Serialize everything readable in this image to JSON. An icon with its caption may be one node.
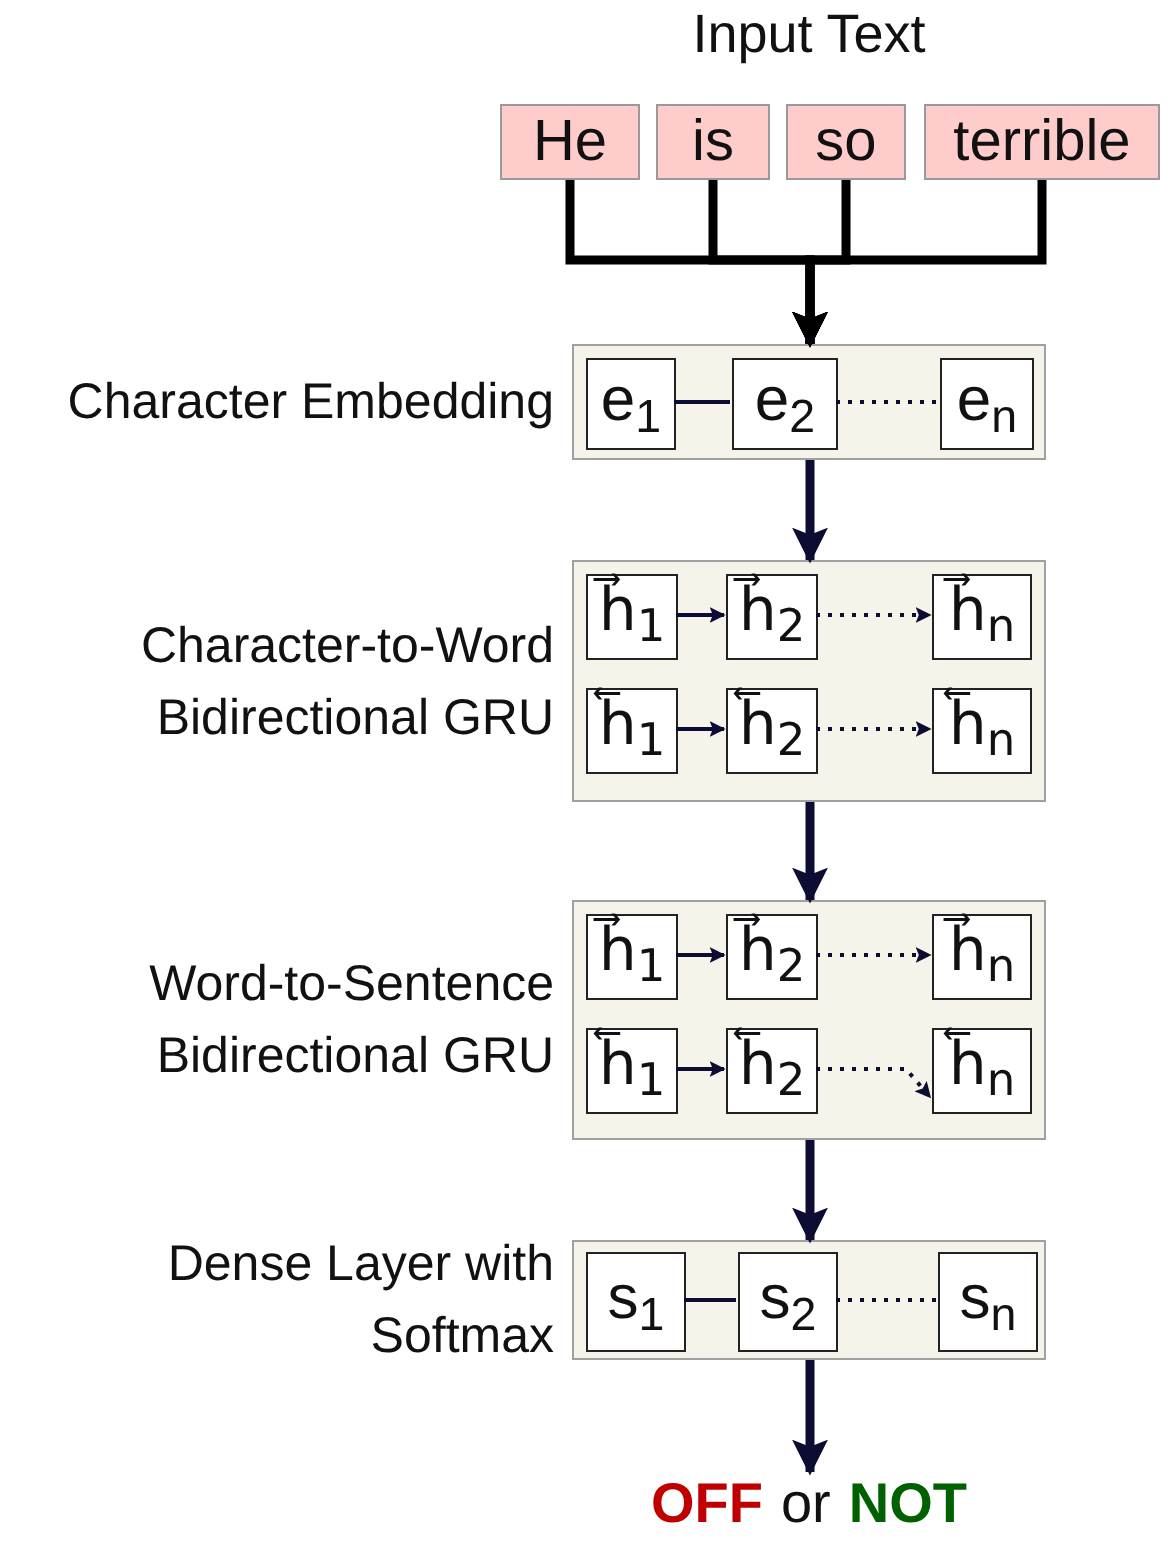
{
  "diagram": {
    "nodes": [
      {
        "text": [
          "He"
        ]
      },
      {
        "text": [
          "is"
        ]
      },
      {
        "text": [
          "so"
        ]
      },
      {
        "text": [
          "terrible"
        ]
      },
      {
        "text": [
          "Character Embedding"
        ]
      },
      {
        "text": [
          "e$_{1}$"
        ],
        "in": 4
      },
      {
        "text": [
          "e$_{2}$"
        ],
        "in": 4
      },
      {
        "text": [
          "e$_{n}$"
        ],
        "in": 4
      },
      {
        "text": [
          "Character-to-Word Bidirectional GRU"
        ]
      },
      {
        "text": [
          "h⃗$_{1}$"
        ],
        "in": 8
      },
      {
        "text": [
          "h⃗$_{2}$"
        ],
        "in": 8
      },
      {
        "text": [
          "h⃗$_{n}$"
        ],
        "in": 8
      },
      {
        "text": [
          "h⃖$_{1}$"
        ],
        "in": 8
      },
      {
        "text": [
          "h⃖$_{2}$"
        ],
        "in": 8
      },
      {
        "text": [
          "h⃖$_{n}$"
        ],
        "in": 8
      },
      {
        "text": [
          "Word-to-Sentence Bidirectional GRU"
        ]
      },
      {
        "text": [
          "h⃗$_{1}$"
        ],
        "in": 15
      },
      {
        "text": [
          "h⃗$_{2}$"
        ],
        "in": 15
      },
      {
        "text": [
          "h⃗$_{n}$"
        ],
        "in": 15
      },
      {
        "text": [
          "h⃖$_{1}$"
        ],
        "in": 15
      },
      {
        "text": [
          "h⃖$_{2}$"
        ],
        "in": 15
      },
      {
        "text": [
          "h⃖$_{n}$"
        ],
        "in": 15
      },
      {
        "text": [
          "Dense Layer with Softmax"
        ]
      },
      {
        "text": [
          "s$_{1}$"
        ],
        "in": 22
      },
      {
        "text": [
          "s$_{2}$"
        ],
        "in": 22
      },
      {
        "text": [
          "s$_{n}$"
        ],
        "in": 22
      },
      {
        "text": [
          "OFF",
          "or",
          "NOT"
        ]
      }
    ],
    "edges": [
      {
        "from": 0,
        "to": 4,
        "arrow": "to",
        "style": "thick"
      },
      {
        "from": 1,
        "to": 4,
        "arrow": "to",
        "style": "thick"
      },
      {
        "from": 2,
        "to": 4,
        "arrow": "to",
        "style": "thick"
      },
      {
        "from": 3,
        "to": 4,
        "arrow": "to",
        "style": "thick"
      },
      {
        "from": 5,
        "to": 6,
        "arrow": "none"
      },
      {
        "from": 6,
        "to": 7,
        "arrow": "none",
        "style": "dashed"
      },
      {
        "from": 4,
        "to": 8,
        "arrow": "to",
        "style": "thick"
      },
      {
        "from": 9,
        "to": 10,
        "arrow": "to"
      },
      {
        "from": 10,
        "to": 11,
        "arrow": "to",
        "style": "dashed"
      },
      {
        "from": 12,
        "to": 13,
        "arrow": "to"
      },
      {
        "from": 13,
        "to": 14,
        "arrow": "to",
        "style": "dashed"
      },
      {
        "from": 8,
        "to": 15,
        "arrow": "to",
        "style": "thick"
      },
      {
        "from": 16,
        "to": 17,
        "arrow": "to"
      },
      {
        "from": 17,
        "to": 18,
        "arrow": "to",
        "style": "dashed"
      },
      {
        "from": 19,
        "to": 20,
        "arrow": "to"
      },
      {
        "from": 20,
        "to": 21,
        "arrow": "to",
        "style": "dashed"
      },
      {
        "from": 15,
        "to": 22,
        "arrow": "to",
        "style": "thick"
      },
      {
        "from": 23,
        "to": 24,
        "arrow": "none"
      },
      {
        "from": 24,
        "to": 25,
        "arrow": "none",
        "style": "dashed"
      },
      {
        "from": 22,
        "to": 26,
        "arrow": "to",
        "style": "thick"
      }
    ],
    "labels": [
      "Input Text"
    ]
  }
}
